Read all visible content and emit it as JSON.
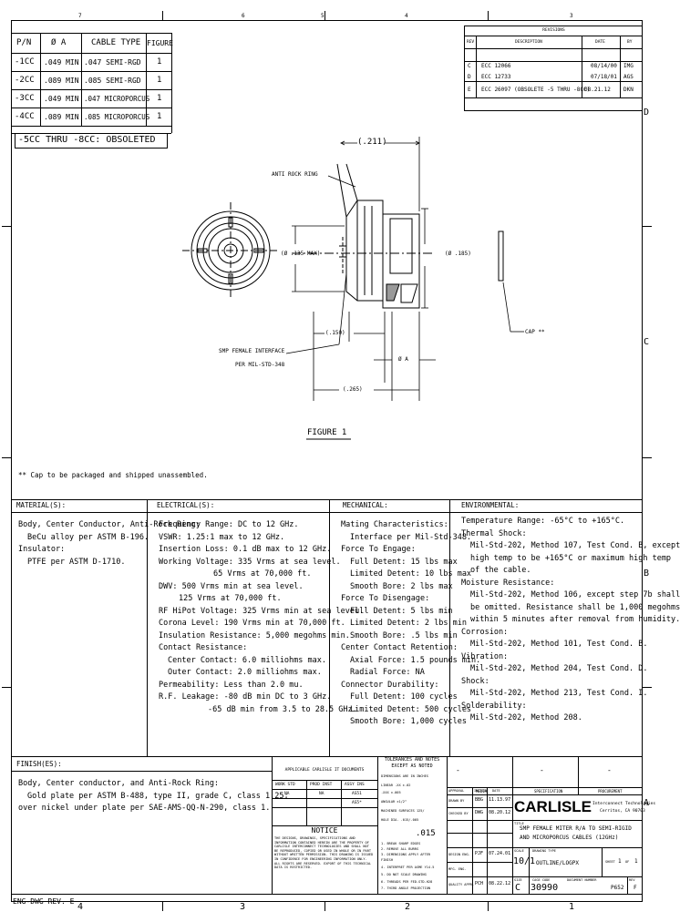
{
  "zones": {
    "top": [
      "7",
      "6",
      "5",
      "4",
      "3"
    ],
    "bottom": [
      "4",
      "3",
      "2",
      "1"
    ],
    "right": [
      "D",
      "C",
      "B",
      "A"
    ]
  },
  "pn_table": {
    "headers": [
      "P/N",
      "Ø A",
      "CABLE TYPE",
      "FIGURE"
    ],
    "rows": [
      [
        "-1CC",
        ".049 MIN",
        ".047 SEMI-RGD",
        "1"
      ],
      [
        "-2CC",
        ".089 MIN",
        ".085 SEMI-RGD",
        "1"
      ],
      [
        "-3CC",
        ".049 MIN",
        ".047 MICROPORCUS",
        "1"
      ],
      [
        "-4CC",
        ".089 MIN",
        ".085 MICROPORCUS",
        "1"
      ]
    ],
    "footer": "-5CC THRU -8CC: OBSOLETED"
  },
  "revisions": {
    "title": "REVISIONS",
    "headers": [
      "REV",
      "DESCRIPTION",
      "DATE",
      "BY"
    ],
    "rows": [
      [
        "C",
        "ECC 12066",
        "08/14/00",
        "IMG"
      ],
      [
        "D",
        "ECC 12733",
        "07/18/01",
        "AGS"
      ],
      [
        "E",
        "ECC 26097 (OBSOLETE -5 THRU -8CC)",
        "08.21.12",
        "DKN"
      ]
    ]
  },
  "figure": {
    "dim_211": "(.211)",
    "anti_rock": "ANTI ROCK RING",
    "dia_135": "(Ø .135 MAX)",
    "dia_185": "(Ø .185)",
    "dim_150": "(.150)",
    "dia_a": "Ø A",
    "dim_265": "(.265)",
    "smp_1": "SMP FEMALE INTERFACE",
    "smp_2": "PER MIL-STD-348",
    "cap": "CAP **",
    "caption": "FIGURE 1",
    "note": "** Cap to be packaged and shipped unassembled."
  },
  "materials": {
    "title": "MATERIAL(S):",
    "lines": [
      "Body, Center Conductor, Anti-Rock Ring:",
      "BeCu alloy per ASTM B-196.",
      "Insulator:",
      "PTFE per ASTM D-1710."
    ]
  },
  "electrical": {
    "title": "ELECTRICAL(S):",
    "lines": [
      "Frequency Range: DC to 12 GHz.",
      "VSWR: 1.25:1 max to 12 GHz.",
      "Insertion Loss: 0.1 dB max to 12 GHz.",
      "Working Voltage: 335 Vrms at sea level.",
      "65 Vrms at 70,000 ft.",
      "DWV: 500 Vrms min at sea level.",
      "125 Vrms at 70,000 ft.",
      "RF HiPot Voltage: 325 Vrms min at sea level.",
      "Corona Level: 190 Vrms min at 70,000 ft.",
      "Insulation Resistance: 5,000 megohms min.",
      "Contact Resistance:",
      "Center Contact: 6.0 milliohms max.",
      "Outer Contact: 2.0 milliohms max.",
      "Permeability: Less than 2.0 mu.",
      "R.F. Leakage: -80 dB min DC to 3 GHz.",
      "-65 dB min from 3.5 to 28.5 GHz."
    ]
  },
  "mechanical": {
    "title": "MECHANICAL:",
    "lines": [
      "Mating Characteristics:",
      "Interface per Mil-Std-348.",
      "Force To Engage:",
      "Full Detent: 15 lbs max",
      "Limited Detent: 10 lbs max",
      "Smooth Bore: 2 lbs max",
      "Force To Disengage:",
      "Full Detent: 5 lbs min",
      "Limited Detent: 2 lbs min",
      "Smooth Bore: .5 lbs min",
      "Center Contact Retention:",
      "Axial Force: 1.5 pounds min.",
      "Radial Force: NA",
      "Connector Durability:",
      "Full Detent: 100 cycles",
      "Limited Detent: 500 cycles",
      "Smooth Bore: 1,000 cycles"
    ]
  },
  "environmental": {
    "title": "ENVIRONMENTAL:",
    "lines": [
      "Temperature Range: -65°C to +165°C.",
      "Thermal Shock:",
      "Mil-Std-202, Method 107, Test Cond. B, except",
      "high temp to be +165°C or maximum high temp",
      "of the cable.",
      "Moisture Resistance:",
      "Mil-Std-202, Method 106, except step 7b shall",
      "be omitted. Resistance shall be 1,000 megohms",
      "within 5 minutes after removal from humidity.",
      "Corrosion:",
      "Mil-Std-202, Method 101, Test Cond. B.",
      "Vibration:",
      "Mil-Std-202, Method 204, Test Cond. D.",
      "Shock:",
      "Mil-Std-202, Method 213, Test Cond. I.",
      "Solderability:",
      "Mil-Std-202, Method 208."
    ]
  },
  "finish": {
    "title": "FINISH(ES):",
    "lines": [
      "Body, Center conductor, and Anti-Rock Ring:",
      "Gold plate per ASTM B-488, type II, grade C, class 1.25;",
      "over nickel under plate per SAE-AMS-QQ-N-290, class 1."
    ]
  },
  "applicable": {
    "title": "APPLICABLE CARLISLE IT DOCUMENTS",
    "headers": [
      "WORK STD",
      "PROD INST",
      "ASSY INS"
    ],
    "row": [
      "NA",
      "NA",
      "AS51"
    ],
    "extra": "AS5*",
    "notice_title": "NOTICE",
    "notice_text": "THE DESIGNS, DRAWINGS, SPECIFICATIONS AND INFORMATION CONTAINED HEREIN ARE THE PROPERTY OF CARLISLE INTERCONNECT TECHNOLOGIES AND SHALL NOT BE REPRODUCED, COPIED OR USED IN WHOLE OR IN PART WITHOUT WRITTEN PERMISSION. THIS DRAWING IS ISSUED IN CONFIDENCE FOR ENGINEERING INFORMATION ONLY. ALL RIGHTS ARE RESERVED. EXPORT OF THIS TECHNICAL DATA IS RESTRICTED."
  },
  "tolerances": {
    "title": "TOLERANCES AND NOTES",
    "subtitle": "EXCEPT AS NOTED",
    "lines": [
      "DIMENSIONS ARE IN INCHES",
      "LINEAR  .XX  ±.02",
      "        .XXX ±.005",
      "ANGULAR  ±1/2°",
      "MACHINED SURFACES 125/",
      "HOLE DIA. .015/.005"
    ],
    "big": ".015",
    "notes": [
      "1. BREAK SHARP EDGES",
      "2. REMOVE ALL BURRS",
      "3. DIMENSIONS APPLY AFTER",
      "   FINISH",
      "4. INTERPRET PER ASME Y14.5",
      "5. DO NOT SCALE DRAWING",
      "6. THREADS PER FED-STD-H28",
      "7. THIRD ANGLE PROJECTION"
    ]
  },
  "approvals": {
    "headers": [
      "APPROVAL",
      "INITIAL",
      "DATE"
    ],
    "rows": [
      [
        "DRAWN BY",
        "BBG",
        "11.13.97"
      ],
      [
        "CHECKED BY",
        "DWG",
        "08.20.12"
      ],
      [
        "",
        "",
        ""
      ],
      [
        "",
        "",
        ""
      ],
      [
        "DESIGN ENG.",
        "PJF",
        "07.24.01"
      ],
      [
        "MFG. ENG.",
        "",
        ""
      ],
      [
        "QUALITY APPR.",
        "PCH",
        "08.22.12"
      ]
    ]
  },
  "title_block": {
    "media": "MEDIA",
    "specification": "SPECIFICATION",
    "procurement": "PROCUREMENT",
    "company": "CARLISLE",
    "company_sub1": "Interconnect Technologies",
    "company_sub2": "Cerritos, CA 90703",
    "title_label": "TITLE",
    "title_1": "SMP FEMALE MITER R/A TO SEMI-RIGID",
    "title_2": "AND MICROPORCUS CABLES (12GHz)",
    "scale_label": "SCALE",
    "scale": "10/1",
    "dwg_type_label": "DRAWING TYPE",
    "dwg_type": "OUTLINE/LOGPX",
    "sheet_label": "SHEET",
    "sheet": "1",
    "of": "OF",
    "sheets": "1",
    "size_label": "SIZE",
    "size": "C",
    "cage_label": "CAGE CODE",
    "cage": "30990",
    "dwg_no_label": "DOCUMENT NUMBER",
    "dwg_no": "P652",
    "rev_label": "REV",
    "rev": "F"
  },
  "eng_dwg": "ENG-DWG REV. E"
}
